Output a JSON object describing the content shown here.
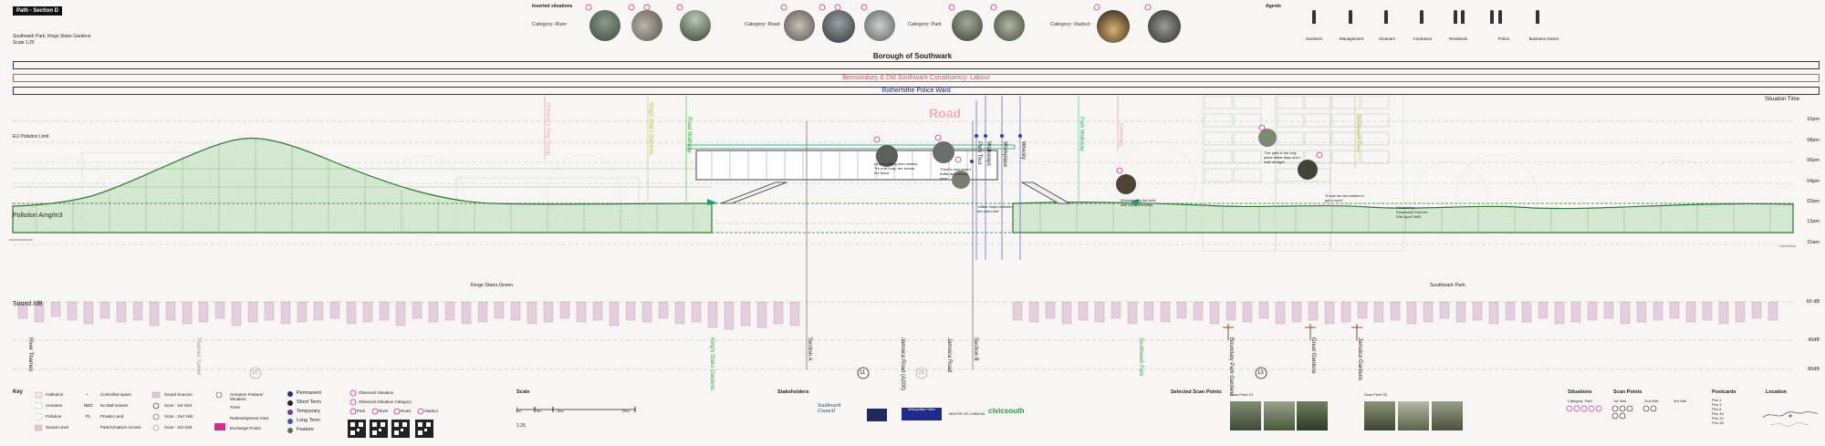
{
  "header": {
    "section_tag": "Path - Section D",
    "subtitle_line1": "Southwark Park, Kings Stairs Gardens",
    "subtitle_line2": "Scale 1:25"
  },
  "inserted_situations": {
    "title": "Inserted situations",
    "categories": [
      "Category: River",
      "Category: Road",
      "Category: Park",
      "Category: Viaduct"
    ]
  },
  "agents": {
    "title": "Agents",
    "items": [
      "Gardners",
      "Management",
      "Cleaners",
      "Contractor",
      "Residents",
      "Police",
      "Business Owner"
    ]
  },
  "boundaries": {
    "borough": "Borough of Southwark",
    "constituency": "Bermondsey & Old Southwark Constituency: Labour",
    "ward": "Rotherhithe Police Ward"
  },
  "left_labels": {
    "pollution_limit": "EU Pollution Limit",
    "pollution": "Pollution Amg/m3",
    "sound": "Sound /dB"
  },
  "time_axis": {
    "title": "Situation Time",
    "ticks": [
      "10pm",
      "08pm",
      "06pm",
      "04pm",
      "02pm",
      "12pm",
      "10am"
    ]
  },
  "sound_axis": [
    "60 dB",
    "40dB",
    "80dB"
  ],
  "ground_labels": {
    "kings_stairs": "Kings Stairs Green",
    "southwark_park": "Southwark Park",
    "road": "Road"
  },
  "vertical_labels": [
    "Children's Play Group",
    "King's Stairs Gardens",
    "Road Walkway",
    "Park Walkway",
    "Cemetery",
    "Southwark Park",
    "Park Tour",
    "Walkways",
    "Workplace",
    "Wrecky"
  ],
  "bottom_vertical_labels": [
    "River Thames",
    "Thames Tunnel",
    "King's Stairs Gardens",
    "Section A",
    "Jamaica Road (A200)",
    "Jamaica Road",
    "Section B",
    "Southwark Park",
    "Boundary Park Gardens",
    "Great Gardens",
    "Jamaica Gardens"
  ],
  "quotes": [
    "(angry, talking loud noises) 'It's a bit busy, me across the fence'",
    "There's cars wasn't traffic and across here'",
    "'coffee stops between the cars here'",
    "(Entertaining the kid's, with doing exercise)",
    "'The park is the only place these days don't walk straight'",
    "'It took me two weeks to get a court'"
  ],
  "created_by": {
    "line1": "Created by:",
    "line2": "Southwark Park Art",
    "line3": "20th April 1968"
  },
  "key": {
    "title": "Key",
    "col1": [
      "Institution",
      "Armature",
      "Pollution",
      "Sound Level"
    ],
    "col2": [
      "Controlled space",
      "No Ball Games",
      "Private Land",
      "Park/Armature Access"
    ],
    "col2_codes": [
      "+",
      "NBG",
      "PL",
      ""
    ],
    "col3": [
      "Sound Sources",
      "Scan - 1st Visit",
      "Scan - 2nd Visit",
      "Scan - 3rd Visit"
    ],
    "col4": [
      "Armature Feature/ Situation",
      "Trees",
      "Redevelopment Area",
      "Exchange Points"
    ],
    "col5": [
      "Permanent",
      "Short Term",
      "Temporary",
      "Long Term",
      "Feature"
    ],
    "col6": [
      "Observed Situation",
      "Observed Situation Category"
    ],
    "col6_cats": [
      "Park",
      "River",
      "Road",
      "Viaduct"
    ]
  },
  "scale": {
    "title": "Scale",
    "marks": [
      "0m",
      "5m",
      "10m",
      "25m"
    ],
    "ratio": "1:25"
  },
  "stakeholders": {
    "title": "Stakeholders",
    "logos": [
      "Southwark Council",
      "Metropolitan Police",
      "MAYOR OF LONDON",
      "civicsouth"
    ]
  },
  "scan_points": {
    "title": "Selected Scan Points",
    "items": [
      "Scan Point 13",
      "Scan Point 53"
    ]
  },
  "situations": {
    "title": "Situations",
    "category": "Category: Park"
  },
  "visits": {
    "title": "Scan Points",
    "cols": [
      "1st Visit",
      "2nd Visit",
      "3rd Visit"
    ]
  },
  "postcards": {
    "title": "Postcards",
    "rows": [
      "Pho 1",
      "Pho 3",
      "Pho 6",
      "Pho 16",
      "Pho 22",
      "Pho 28"
    ]
  },
  "location": {
    "title": "Location"
  },
  "markers": [
    "11",
    "13",
    "23",
    "10"
  ]
}
